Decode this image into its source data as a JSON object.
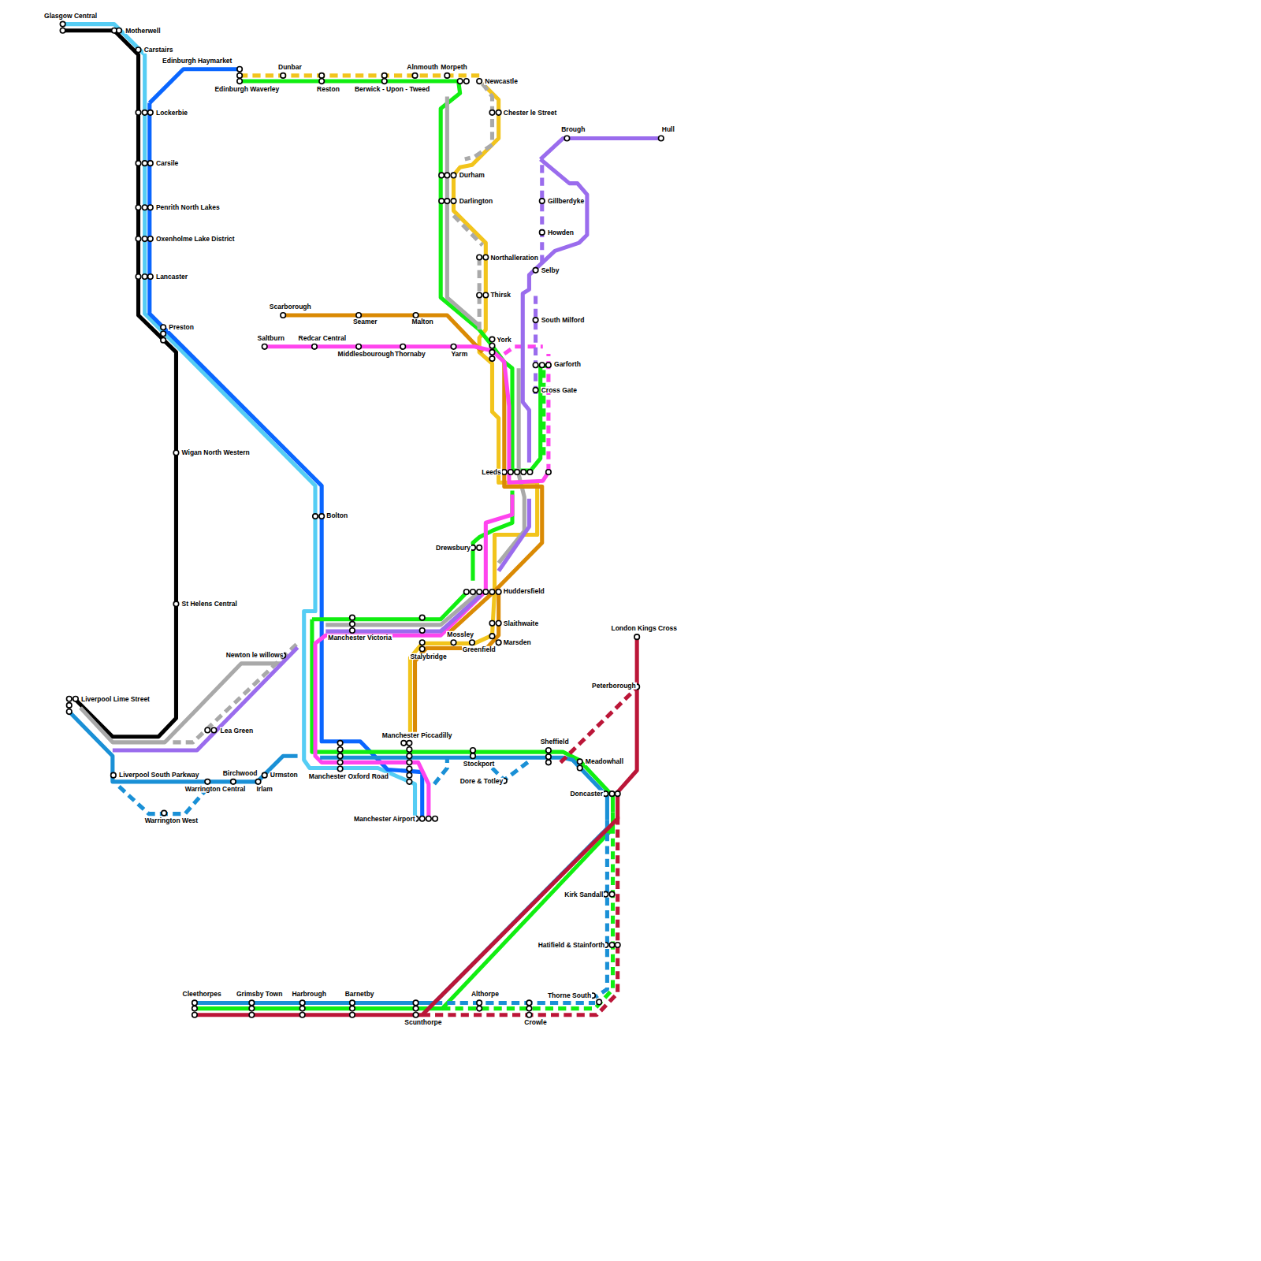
{
  "diagram": {
    "labels": [
      "Glasgow Central",
      "Motherwell",
      "Carstairs",
      "Edinburgh Haymarket",
      "Dunbar",
      "Reston",
      "Alnmouth",
      "Morpeth",
      "Newcastle",
      "Edinburgh Waverley",
      "Berwick - Upon - Tweed",
      "Lockerbie",
      "Chester le Street",
      "Brough",
      "Hull",
      "Carsile",
      "Durham",
      "Gillberdyke",
      "Darlington",
      "Penrith North Lakes",
      "Howden",
      "Oxenholme Lake District",
      "Northalleration",
      "Selby",
      "Lancaster",
      "Thirsk",
      "Scarborough",
      "Seamer",
      "Malton",
      "South Milford",
      "Preston",
      "Saltburn",
      "Redcar Central",
      "York",
      "Middlesbourough",
      "Thornaby",
      "Yarm",
      "Garforth",
      "Cross Gate",
      "Wigan North Western",
      "Leeds",
      "Bolton",
      "Drewsbury",
      "Huddersfield",
      "St Helens Central",
      "Slaithwaite",
      "London Kings Cross",
      "Mossley",
      "Manchester Victoria",
      "Marsden",
      "Greenfield",
      "Stalybridge",
      "Newton le willows",
      "Peterborough",
      "Liverpool Lime Street",
      "Lea Green",
      "Manchester Piccadilly",
      "Sheffield",
      "Meadowhall",
      "Stockport",
      "Birchwood",
      "Liverpool South Parkway",
      "Urmston",
      "Manchester Oxford Road",
      "Dore & Totley",
      "Warrington Central",
      "Irlam",
      "Doncaster",
      "Manchester Airport",
      "Warrington West",
      "Kirk Sandall",
      "Hatifield & Stainforth",
      "Cleethorpes",
      "Grimsby Town",
      "Harbrough",
      "Barnetby",
      "Althorpe",
      "Thorne South",
      "Scunthorpe",
      "Crowle"
    ]
  }
}
